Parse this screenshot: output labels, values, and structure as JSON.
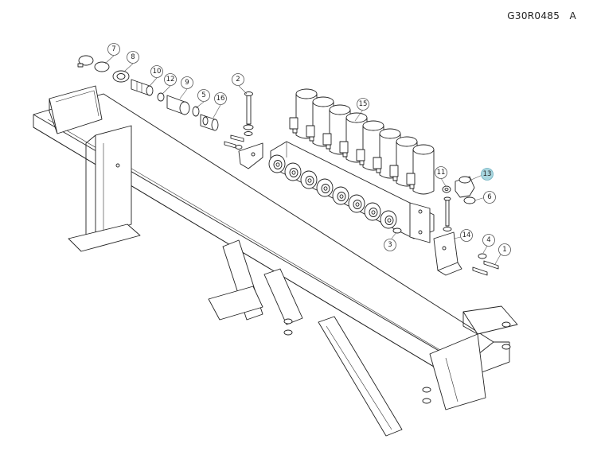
{
  "drawing_code": "G30R0485",
  "revision": "A",
  "highlight_color": "#a9d6df",
  "callouts": [
    "1",
    "2",
    "3",
    "4",
    "5",
    "6",
    "7",
    "8",
    "9",
    "10",
    "11",
    "12",
    "13",
    "14",
    "15",
    "16"
  ],
  "highlighted": "13"
}
